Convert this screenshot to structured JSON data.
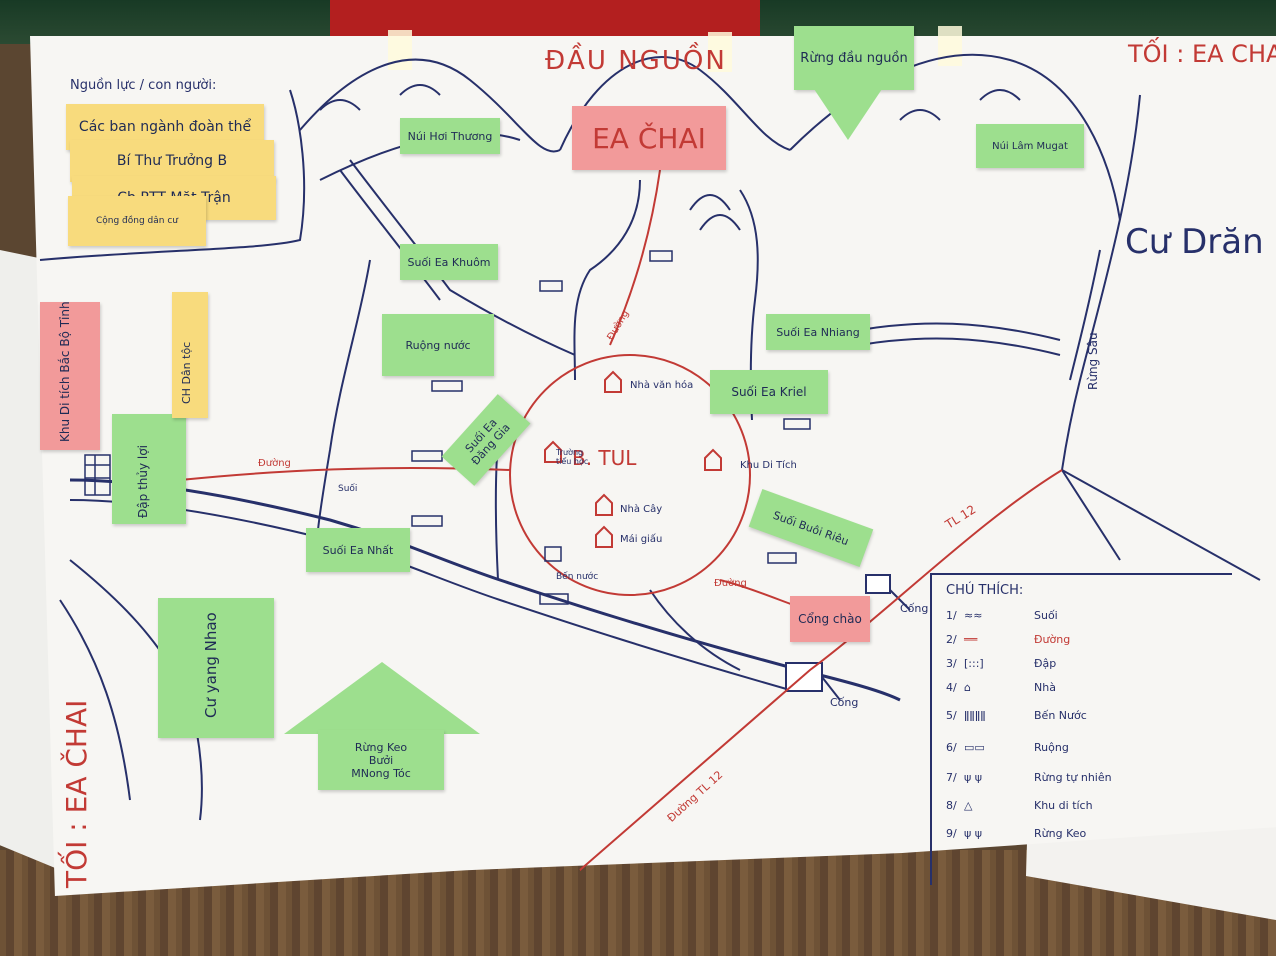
{
  "colors": {
    "paper": "#f7f6f3",
    "green_note": "#9ddf8e",
    "pink_note": "#f29a9a",
    "yellow_note": "#f8db7d",
    "blue_ink": "#27306a",
    "red_ink": "#c23a35"
  },
  "header": {
    "title": "ĐẦU NGUỒN",
    "village": "EA ČHAI",
    "top_right_title": "TỐI : EA CHA",
    "left_vertical_title": "TỐI : EA ČHAI",
    "right_region": "Cư Drăn"
  },
  "yellow_panel": {
    "heading": "Nguồn lực / con người:",
    "lines": [
      "Các ban ngành đoàn thể",
      "Bí Thư Trưởng B",
      "Cb RTT Mặt Trận",
      "Cộng đồng dân cư"
    ]
  },
  "notes": {
    "nui_hoi_thuong": "Núi Hơi Thương",
    "nui_lam_mugat": "Núi Lâm Mugat",
    "ran_dau_nguon": "Rừng đầu nguồn",
    "suoi_ea_khuom": "Suối Ea Khuôm",
    "ruong_nuoc": "Ruộng nước",
    "suoi_ea_nhiang": "Suối Ea Nhiang",
    "suoi_ea_kriel": "Suối Ea Kriel",
    "suoi_ea_dang": "Suối Ea Đăng Gia",
    "suoi_ea_nhat": "Suối Ea Nhất",
    "suoi_buoi_rieu": "Suối Buôi Riêu",
    "cong_chao": "Cổng chào",
    "khu_di_tich_vertical": "Khu Di tích Bắc Bộ Tỉnh",
    "dap_thuy_loi": "Đập thủy lợi",
    "ch_dan_toc": "CH Dân tộc",
    "cu_yang_nhao": "Cư yang Nhao",
    "rung_keo": [
      "Rừng Keo",
      "Bưởi",
      "MNong Tóc"
    ]
  },
  "map_labels": {
    "center": "B. TUL",
    "nha_van_hoa": "Nhà văn hóa",
    "truong": "Trường tiểu học",
    "khu_di_tich": "Khu Di Tích",
    "nha_cay": "Nhà Cây",
    "mai_giau": "Mái giấu",
    "ben_nuoc": "Bến nước",
    "duong_1": "Đường",
    "duong_2": "Đường",
    "duong_3": "Đường",
    "suoi": "Suối",
    "tl12": "TL 12",
    "duong_tl12": "Đường TL 12",
    "cong_1": "Cống",
    "cong_2": "Cống",
    "ruong_label": "Rừng Sâu"
  },
  "legend": {
    "title": "CHÚ THÍCH:",
    "items": [
      {
        "num": "1/",
        "label": "Suối"
      },
      {
        "num": "2/",
        "label": "Đường"
      },
      {
        "num": "3/",
        "label": "Đập"
      },
      {
        "num": "4/",
        "label": "Nhà"
      },
      {
        "num": "5/",
        "label": "Bến Nước"
      },
      {
        "num": "6/",
        "label": "Ruộng"
      },
      {
        "num": "7/",
        "label": "Rừng tự nhiên"
      },
      {
        "num": "8/",
        "label": "Khu di tích"
      },
      {
        "num": "9/",
        "label": "Rừng Keo"
      }
    ]
  }
}
